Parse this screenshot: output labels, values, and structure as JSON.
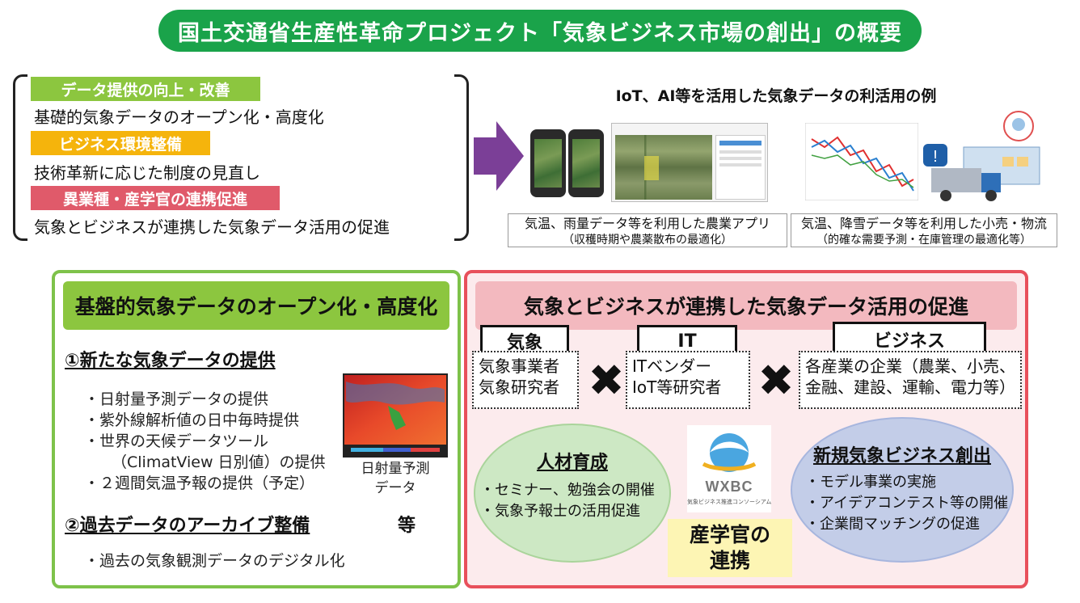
{
  "title": "国土交通省生産性革命プロジェクト「気象ビジネス市場の創出」の概要",
  "policies": [
    {
      "tag": "データ提供の向上・改善",
      "text": "基礎的気象データのオープン化・高度化"
    },
    {
      "tag": "ビジネス環境整備",
      "text": "技術革新に応じた制度の見直し"
    },
    {
      "tag": "異業種・産学官の連携促進",
      "text": "気象とビジネスが連携した気象データ活用の促進"
    }
  ],
  "examples": {
    "heading": "IoT、AI等を活用した気象データの利活用の例",
    "agri": {
      "line1": "気温、雨量データ等を利用した農業アプリ",
      "line2": "（収穫時期や農薬散布の最適化）"
    },
    "retail": {
      "line1": "気温、降雪データ等を利用した小売・物流",
      "line2": "（的確な需要予測・在庫管理の最適化等）"
    }
  },
  "left_panel": {
    "header": "基盤的気象データのオープン化・高度化",
    "section1": {
      "heading": "①新たな気象データの提供",
      "items": [
        "・日射量予測データの提供",
        "・紫外線解析値の日中毎時提供",
        "・世界の天候データツール",
        "（ClimatView 日別値）の提供",
        "・２週間気温予報の提供（予定）"
      ]
    },
    "map_caption": {
      "line1": "日射量予測",
      "line2": "データ"
    },
    "section2": {
      "heading": "②過去データのアーカイブ整備",
      "suffix": "等",
      "items": [
        "・過去の気象観測データのデジタル化"
      ]
    },
    "colors": {
      "border": "#7ec24a",
      "header": "#8cc63f"
    }
  },
  "right_panel": {
    "header": "気象とビジネスが連携した気象データ活用の促進",
    "categories": [
      {
        "label": "気象",
        "members": [
          "気象事業者",
          "気象研究者"
        ]
      },
      {
        "label": "IT",
        "members": [
          "ITベンダー",
          "IoT等研究者"
        ]
      },
      {
        "label": "ビジネス",
        "members": [
          "各産業の企業（農業、小売、",
          "金融、建設、運輸、電力等）"
        ]
      }
    ],
    "cross_symbol": "✖",
    "talent": {
      "heading": "人材育成",
      "items": [
        "・セミナー、勉強会の開催",
        "・気象予報士の活用促進"
      ]
    },
    "business": {
      "heading": "新規気象ビジネス創出",
      "items": [
        "・モデル事業の実施",
        "・アイデアコンテスト等の開催",
        "・企業間マッチングの促進"
      ]
    },
    "logo": {
      "mark": "WXBC",
      "subtitle": "気象ビジネス推進コンソーシアム"
    },
    "collab": {
      "line1": "産学官の",
      "line2": "連携"
    },
    "colors": {
      "border": "#e8505b",
      "header": "#f3b9bf",
      "background": "#fcebed"
    }
  },
  "colors": {
    "title_banner": "#1aa34a",
    "tag_green": "#8cc63f",
    "tag_yellow": "#f5b40c",
    "tag_red": "#e05a6a",
    "arrow": "#7b3f97"
  }
}
